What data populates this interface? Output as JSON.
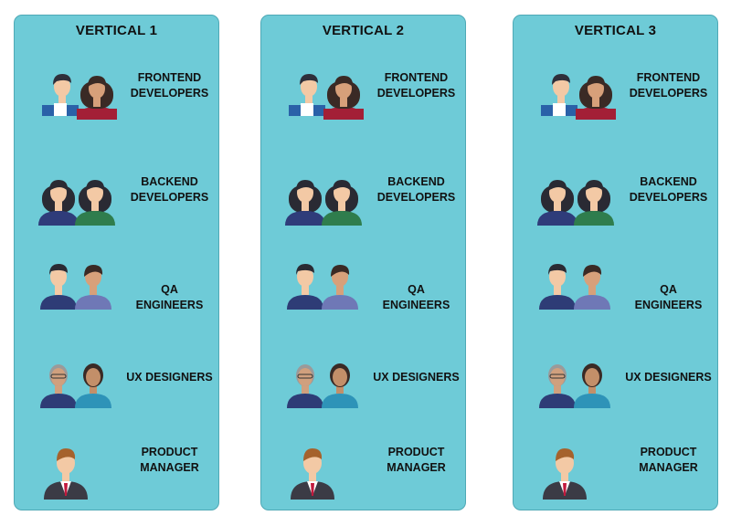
{
  "verticals": [
    {
      "title": "VERTICAL 1"
    },
    {
      "title": "VERTICAL 2"
    },
    {
      "title": "VERTICAL 3"
    }
  ],
  "roles": [
    {
      "line1": "FRONTEND",
      "line2": "DEVELOPERS",
      "icon": "frontend-developers-icon"
    },
    {
      "line1": "BACKEND",
      "line2": "DEVELOPERS",
      "icon": "backend-developers-icon"
    },
    {
      "line1": "QA",
      "line2": "ENGINEERS",
      "icon": "qa-engineers-icon"
    },
    {
      "line1": "UX DESIGNERS",
      "line2": "",
      "icon": "ux-designers-icon"
    },
    {
      "line1": "PRODUCT",
      "line2": "MANAGER",
      "icon": "product-manager-icon"
    }
  ],
  "colors": {
    "panel": "#6ecbd7",
    "panel_border": "#4fa9b6",
    "text": "#111111"
  }
}
